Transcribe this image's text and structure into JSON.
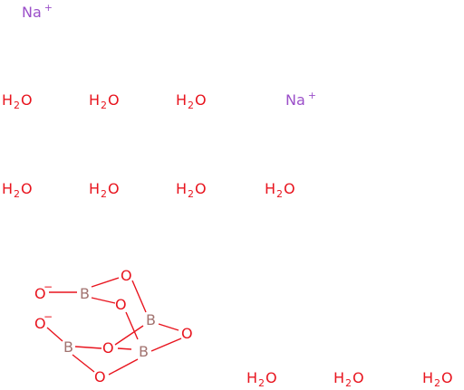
{
  "colors": {
    "sodium": "#9b4fc9",
    "oxygen": "#e8141e",
    "boron": "#a27370",
    "bond": "#e8141e"
  },
  "water": {
    "element1": "H",
    "subscript": "2",
    "element2": "O"
  },
  "sodium": {
    "symbol": "Na",
    "charge": "+"
  },
  "borate": {
    "boron_symbol": "B",
    "oxygen_symbol": "O",
    "charge": "−"
  }
}
